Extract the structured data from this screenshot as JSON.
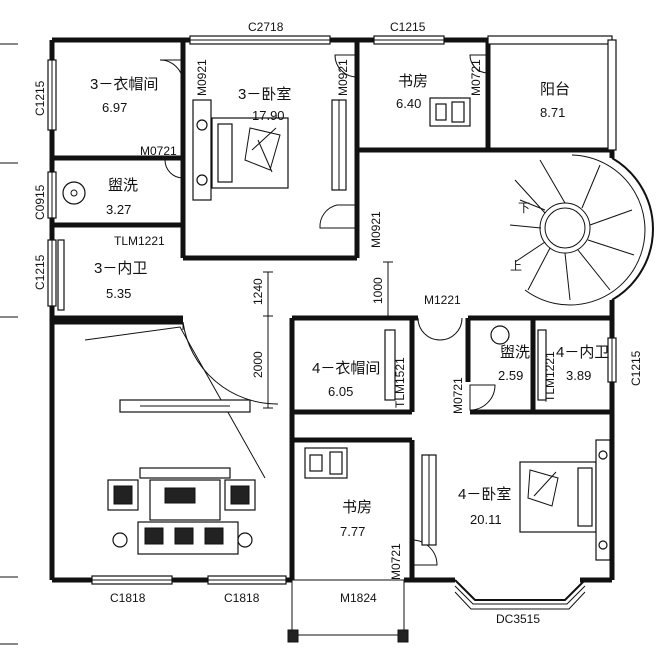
{
  "rooms": {
    "cloak3": {
      "name": "3－衣帽间",
      "area": "6.97"
    },
    "bed3": {
      "name": "3－卧室",
      "area": "17.90"
    },
    "study_top": {
      "name": "书房",
      "area": "6.40"
    },
    "balcony": {
      "name": "阳台",
      "area": "8.71"
    },
    "wash_left": {
      "name": "盥洗",
      "area": "3.27"
    },
    "bath3": {
      "name": "3－内卫",
      "area": "5.35"
    },
    "cloak4": {
      "name": "4－衣帽间",
      "area": "6.05"
    },
    "wash_right": {
      "name": "盥洗",
      "area": "2.59"
    },
    "bath4": {
      "name": "4－内卫",
      "area": "3.89"
    },
    "bed4": {
      "name": "4－卧室",
      "area": "20.11"
    },
    "study_bottom": {
      "name": "书房",
      "area": "7.77"
    }
  },
  "codes": {
    "c2718": "C2718",
    "c1215_top": "C1215",
    "m0921_a": "M0921",
    "m0921_b": "M0921",
    "m0721_top": "M0721",
    "m0721_left": "M0721",
    "m0921_mid": "M0921",
    "c1215_left1": "C1215",
    "c0915": "C0915",
    "tlm1221_left": "TLM1221",
    "c1215_left2": "C1215",
    "m1221": "M1221",
    "tlm1521": "TLM1521",
    "m0721_mid": "M0721",
    "tlm1221_right": "TLM1221",
    "c1215_right": "C1215",
    "m0721_bottom": "M0721",
    "c1818_a": "C1818",
    "c1818_b": "C1818",
    "m1824": "M1824",
    "dc3515": "DC3515"
  },
  "dimensions": {
    "d1240": "1240",
    "d2000": "2000",
    "d1000": "1000"
  },
  "stairs": {
    "down": "下",
    "up": "上"
  }
}
